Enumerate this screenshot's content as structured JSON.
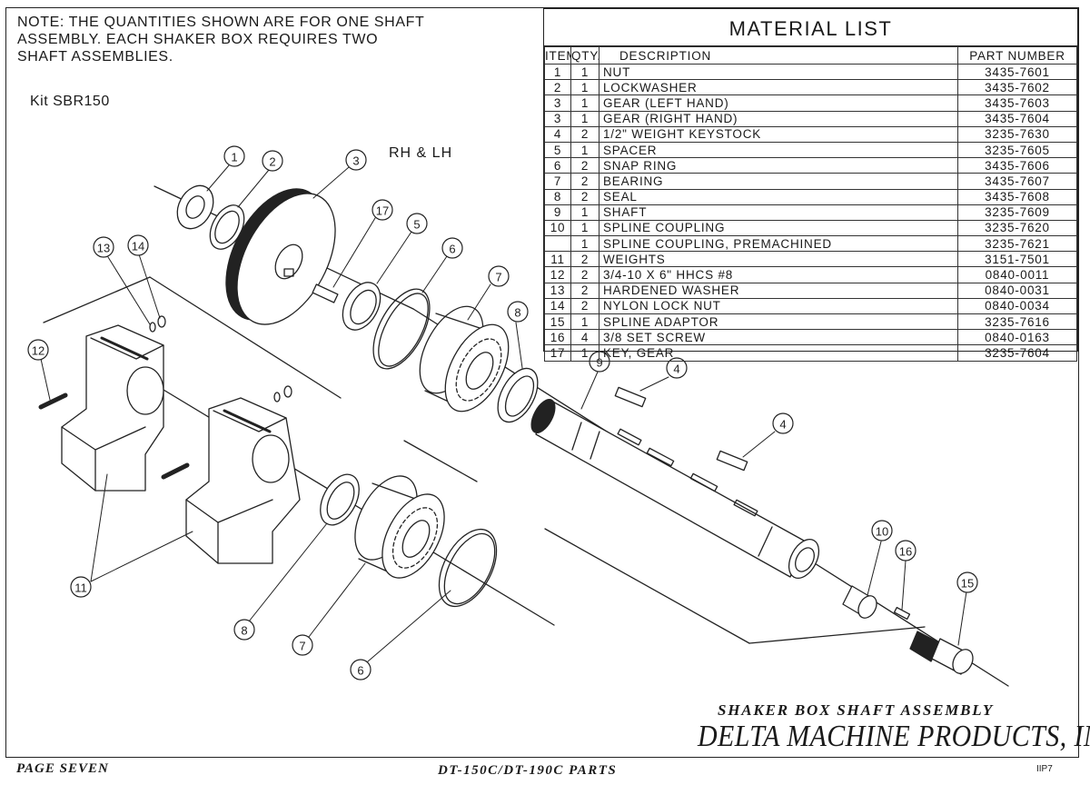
{
  "note": "NOTE: THE QUANTITIES SHOWN ARE FOR ONE SHAFT\nASSEMBLY.  EACH SHAKER BOX REQUIRES TWO\nSHAFT ASSEMBLIES.",
  "kit": "Kit SBR150",
  "rh_lh_label": "RH & LH",
  "material_list": {
    "title": "MATERIAL LIST",
    "headers": [
      "ITEM",
      "QTY.",
      "DESCRIPTION",
      "PART NUMBER"
    ],
    "rows": [
      {
        "item": "1",
        "qty": "1",
        "desc": "NUT",
        "part": "3435-7601"
      },
      {
        "item": "2",
        "qty": "1",
        "desc": "LOCKWASHER",
        "part": "3435-7602"
      },
      {
        "item": "3",
        "qty": "1",
        "desc": "GEAR  (LEFT HAND)",
        "part": "3435-7603"
      },
      {
        "item": "3",
        "qty": "1",
        "desc": "GEAR  (RIGHT HAND)",
        "part": "3435-7604"
      },
      {
        "item": "4",
        "qty": "2",
        "desc": "1/2\" WEIGHT KEYSTOCK",
        "part": "3235-7630"
      },
      {
        "item": "5",
        "qty": "1",
        "desc": "SPACER",
        "part": "3235-7605"
      },
      {
        "item": "6",
        "qty": "2",
        "desc": "SNAP RING",
        "part": "3435-7606"
      },
      {
        "item": "7",
        "qty": "2",
        "desc": "BEARING",
        "part": "3435-7607"
      },
      {
        "item": "8",
        "qty": "2",
        "desc": "SEAL",
        "part": "3435-7608"
      },
      {
        "item": "9",
        "qty": "1",
        "desc": "SHAFT",
        "part": "3235-7609"
      },
      {
        "item": "10",
        "qty": "1",
        "desc": "SPLINE COUPLING",
        "part": "3235-7620"
      },
      {
        "item": "",
        "qty": "1",
        "desc": "SPLINE COUPLING, PREMACHINED",
        "part": "3235-7621"
      },
      {
        "item": "11",
        "qty": "2",
        "desc": "WEIGHTS",
        "part": "3151-7501"
      },
      {
        "item": "12",
        "qty": "2",
        "desc": "3/4-10 X 6\" HHCS #8",
        "part": "0840-0011"
      },
      {
        "item": "13",
        "qty": "2",
        "desc": "HARDENED WASHER",
        "part": "0840-0031"
      },
      {
        "item": "14",
        "qty": "2",
        "desc": "NYLON LOCK NUT",
        "part": "0840-0034"
      },
      {
        "item": "15",
        "qty": "1",
        "desc": "SPLINE ADAPTOR",
        "part": "3235-7616"
      },
      {
        "item": "16",
        "qty": "4",
        "desc": "3/8 SET SCREW",
        "part": "0840-0163"
      },
      {
        "item": "17",
        "qty": "1",
        "desc": "KEY, GEAR",
        "part": "3235-7604"
      }
    ]
  },
  "callouts": [
    "1",
    "2",
    "3",
    "17",
    "5",
    "6",
    "7",
    "8",
    "9",
    "4",
    "4",
    "13",
    "14",
    "12",
    "11",
    "8",
    "7",
    "6",
    "10",
    "16",
    "15"
  ],
  "subtitle": "SHAKER BOX SHAFT ASSEMBLY",
  "company": "DELTA MACHINE PRODUCTS, INC.",
  "page_label": "PAGE SEVEN",
  "parts_label": "DT-150C/DT-190C PARTS",
  "page_code": "IIP7"
}
